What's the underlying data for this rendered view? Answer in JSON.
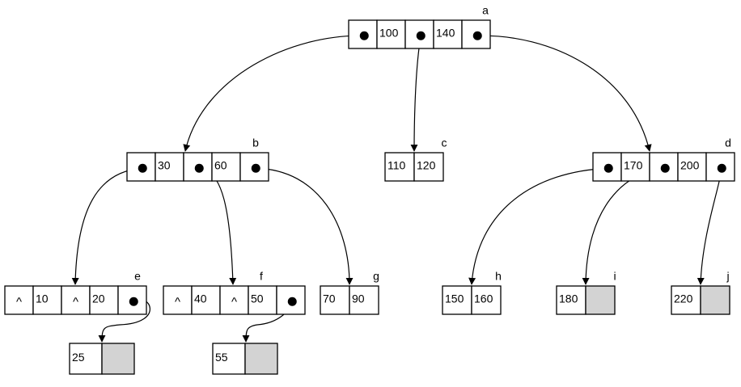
{
  "nodes": [
    {
      "id": "a",
      "label": "a",
      "cells": [
        {
          "t": "p"
        },
        {
          "t": "k",
          "v": "100"
        },
        {
          "t": "p"
        },
        {
          "t": "k",
          "v": "140"
        },
        {
          "t": "p"
        }
      ]
    },
    {
      "id": "b",
      "label": "b",
      "cells": [
        {
          "t": "p"
        },
        {
          "t": "k",
          "v": "30"
        },
        {
          "t": "p"
        },
        {
          "t": "k",
          "v": "60"
        },
        {
          "t": "p"
        }
      ]
    },
    {
      "id": "c",
      "label": "c",
      "cells": [
        {
          "t": "k",
          "v": "110"
        },
        {
          "t": "k",
          "v": "120"
        }
      ]
    },
    {
      "id": "d",
      "label": "d",
      "cells": [
        {
          "t": "p"
        },
        {
          "t": "k",
          "v": "170"
        },
        {
          "t": "p"
        },
        {
          "t": "k",
          "v": "200"
        },
        {
          "t": "p"
        }
      ]
    },
    {
      "id": "e",
      "label": "e",
      "cells": [
        {
          "t": "nil",
          "v": "^"
        },
        {
          "t": "k",
          "v": "10"
        },
        {
          "t": "nil",
          "v": "^"
        },
        {
          "t": "k",
          "v": "20"
        },
        {
          "t": "p"
        }
      ]
    },
    {
      "id": "f",
      "label": "f",
      "cells": [
        {
          "t": "nil",
          "v": "^"
        },
        {
          "t": "k",
          "v": "40"
        },
        {
          "t": "nil",
          "v": "^"
        },
        {
          "t": "k",
          "v": "50"
        },
        {
          "t": "p"
        }
      ]
    },
    {
      "id": "g",
      "label": "g",
      "cells": [
        {
          "t": "k",
          "v": "70"
        },
        {
          "t": "k",
          "v": "90"
        }
      ]
    },
    {
      "id": "h",
      "label": "h",
      "cells": [
        {
          "t": "k",
          "v": "150"
        },
        {
          "t": "k",
          "v": "160"
        }
      ]
    },
    {
      "id": "i",
      "label": "i",
      "cells": [
        {
          "t": "k",
          "v": "180"
        },
        {
          "t": "empty"
        }
      ]
    },
    {
      "id": "j",
      "label": "j",
      "cells": [
        {
          "t": "k",
          "v": "220"
        },
        {
          "t": "empty"
        }
      ]
    },
    {
      "id": "e2",
      "label": "",
      "cells": [
        {
          "t": "k",
          "v": "25"
        },
        {
          "t": "empty"
        }
      ]
    },
    {
      "id": "f2",
      "label": "",
      "cells": [
        {
          "t": "k",
          "v": "55"
        },
        {
          "t": "empty"
        }
      ]
    }
  ],
  "edges": [
    {
      "from": "a",
      "from_cell": 0,
      "to": "b"
    },
    {
      "from": "a",
      "from_cell": 2,
      "to": "c"
    },
    {
      "from": "a",
      "from_cell": 4,
      "to": "d"
    },
    {
      "from": "b",
      "from_cell": 0,
      "to": "e"
    },
    {
      "from": "b",
      "from_cell": 2,
      "to": "f"
    },
    {
      "from": "b",
      "from_cell": 4,
      "to": "g"
    },
    {
      "from": "d",
      "from_cell": 0,
      "to": "h"
    },
    {
      "from": "d",
      "from_cell": 2,
      "to": "i"
    },
    {
      "from": "d",
      "from_cell": 4,
      "to": "j"
    },
    {
      "from": "e",
      "from_cell": 4,
      "to": "e2"
    },
    {
      "from": "f",
      "from_cell": 4,
      "to": "f2"
    }
  ]
}
